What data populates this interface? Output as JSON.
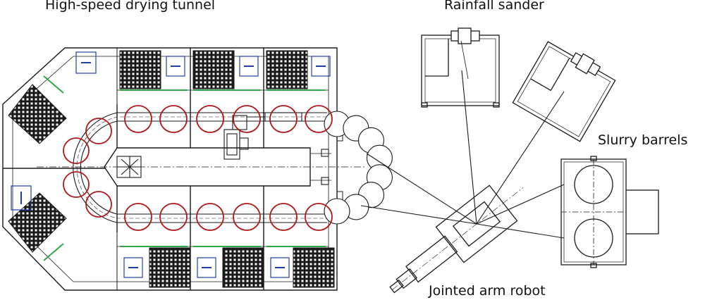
{
  "labels": {
    "drying_tunnel": "High-speed drying tunnel",
    "rainfall_sander": "Rainfall sander",
    "slurry_barrels": "Slurry barrels",
    "robot": "Jointed arm robot"
  },
  "colors": {
    "line": "#1a1a1a",
    "hanger_ring": "#b01818",
    "accent_green": "#2fa84a",
    "fan_blue": "#1f3fa8",
    "grille": "#1a1a1a"
  },
  "counts": {
    "top_hanger_rings": 6,
    "bottom_hanger_rings": 6,
    "bend_hanger_rings": 4,
    "return_loop_rings": 8
  }
}
